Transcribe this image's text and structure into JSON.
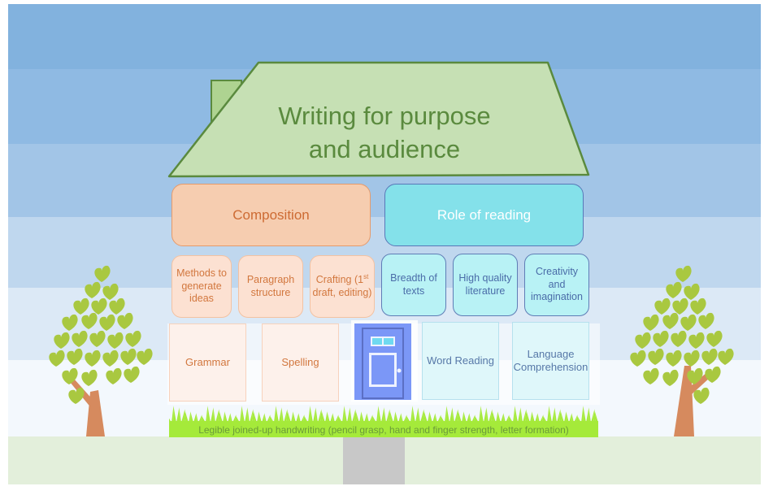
{
  "diagram": {
    "title_line1": "Writing for purpose",
    "title_line2": "and audience",
    "pillars": {
      "composition": {
        "label": "Composition",
        "subtopics": [
          {
            "label": "Methods to generate ideas"
          },
          {
            "label": "Paragraph structure"
          },
          {
            "label_main": "Crafting (1",
            "label_sup": "st",
            "label_rest": " draft, editing)"
          }
        ]
      },
      "reading": {
        "label": "Role of reading",
        "subtopics": [
          {
            "label": "Breadth of texts"
          },
          {
            "label": "High quality literature"
          },
          {
            "label": "Creativity and imagination"
          }
        ]
      }
    },
    "foundations": {
      "left": [
        "Grammar",
        "Spelling"
      ],
      "right": [
        "Word Reading",
        "Language Comprehension"
      ]
    },
    "base": "Legible joined-up  handwriting (pencil grasp, hand and finger strength, letter formation)"
  },
  "colors": {
    "roof_fill": "#c6e0b4",
    "roof_stroke": "#5a8a3e",
    "composition_accent": "#e69a6a",
    "reading_accent": "#84e1ea",
    "door": "#7b97f7",
    "grass": "#a5ea3a",
    "leaf": "#a9c840",
    "trunk": "#d68a5e",
    "path": "#c8c8c8"
  }
}
